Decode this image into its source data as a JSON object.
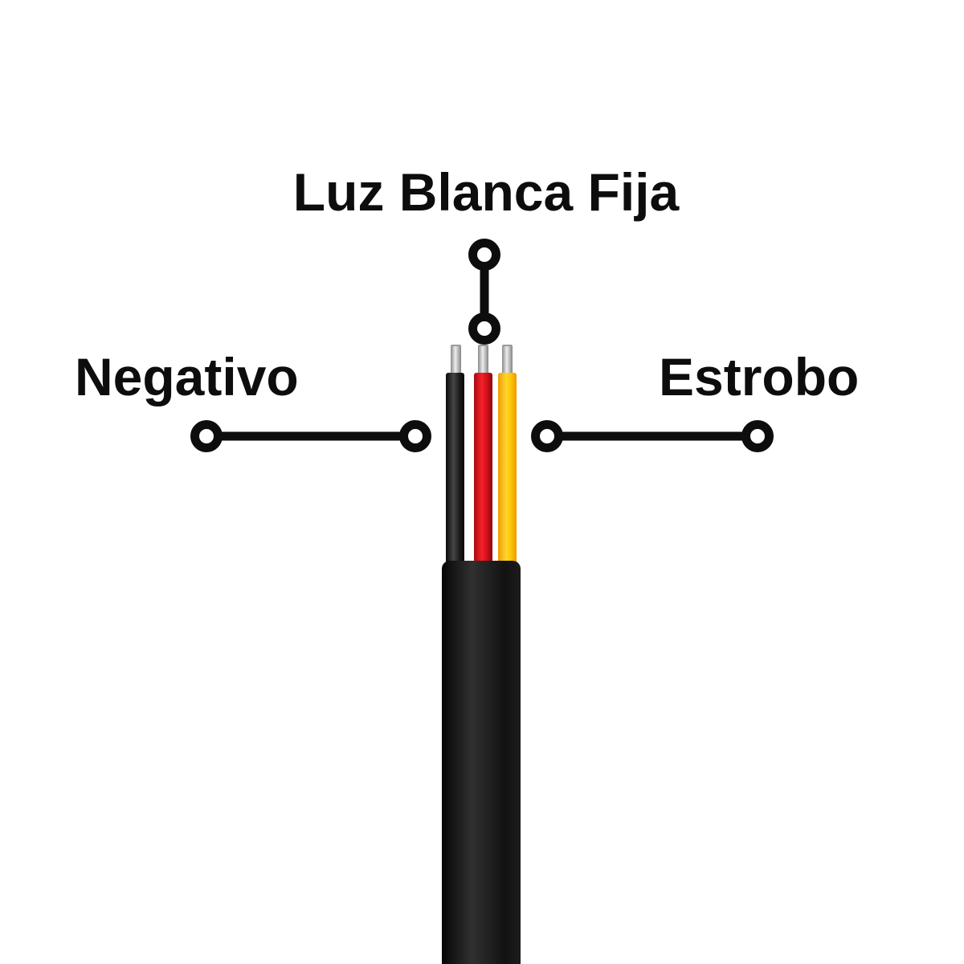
{
  "page": {
    "background": "#ffffff",
    "description": "Wiring diagram of a 3-wire cable with labeled leads"
  },
  "labels": {
    "top": "Luz Blanca Fija",
    "left": "Negativo",
    "right": "Estrobo"
  },
  "colors": {
    "label_text": "#0d0d0d",
    "callout_line": "#0d0d0d",
    "callout_ring_fill": "#ffffff",
    "wire_black": "#1a1a1a",
    "wire_red": "#e8101e",
    "wire_yellow": "#ffc800",
    "wire_tip_silver": "#cccccc",
    "cable_jacket": "#141414"
  },
  "wires": [
    {
      "label": "Negativo",
      "color_name": "black",
      "hex": "#1a1a1a"
    },
    {
      "label": "Luz Blanca Fija",
      "color_name": "red",
      "hex": "#e8101e"
    },
    {
      "label": "Estrobo",
      "color_name": "yellow",
      "hex": "#ffc800"
    }
  ]
}
